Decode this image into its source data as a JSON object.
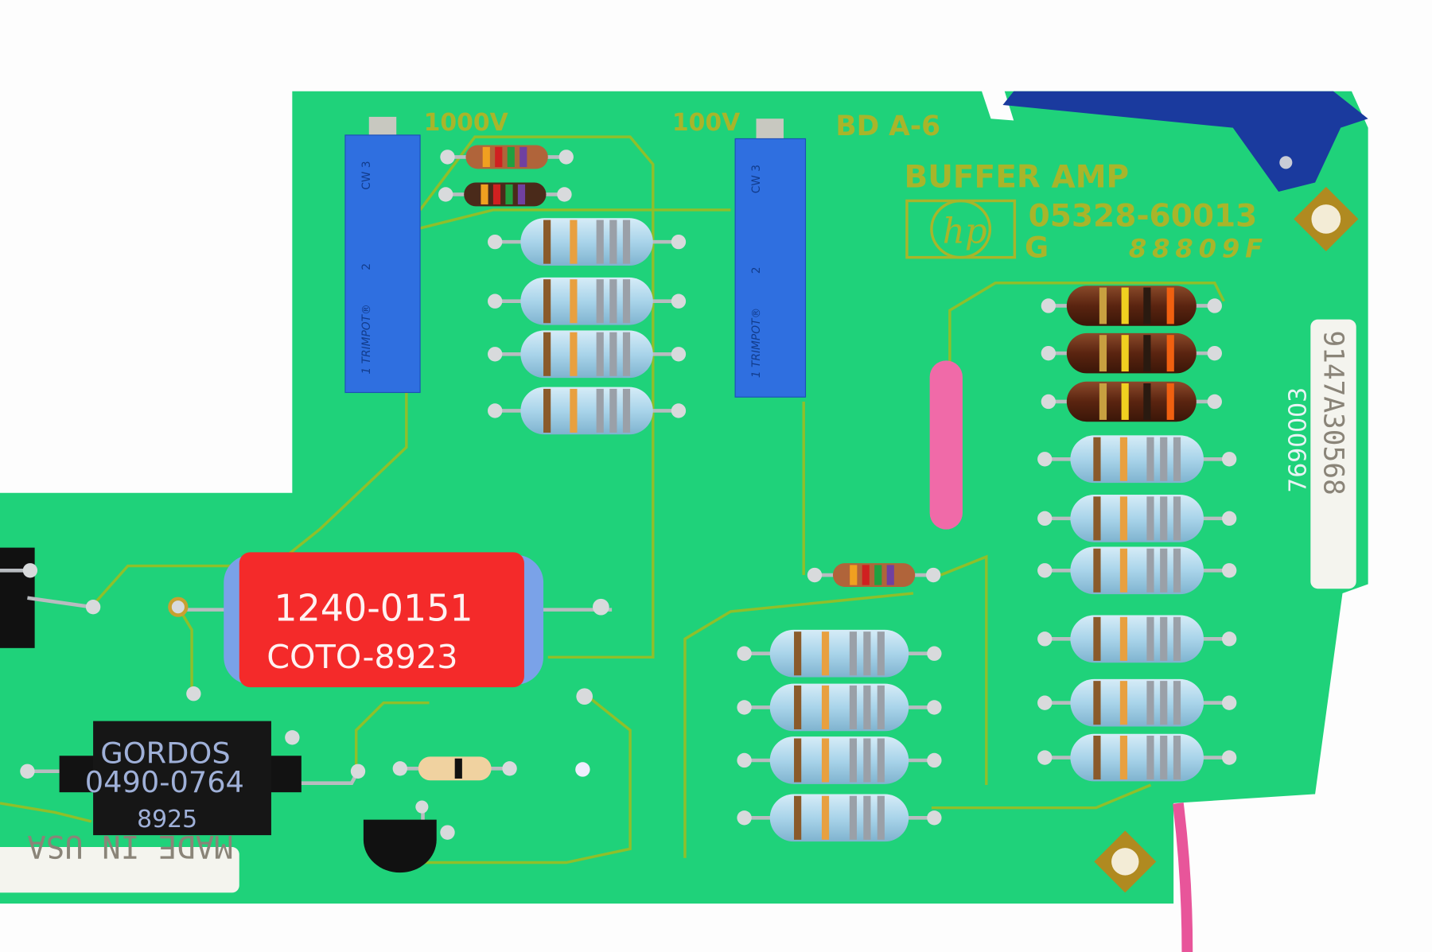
{
  "board": {
    "silk_voltage_1": "1000V",
    "silk_voltage_2": "100V",
    "board_id": "BD A-6",
    "board_name": "BUFFER AMP",
    "logo_text": "hp",
    "part_number": "05328-60013",
    "revision": "G",
    "date_code": "88809F",
    "serial_label": "9147A30568",
    "handwritten": "7690003",
    "made_in": "MADE IN USA"
  },
  "trimpots": [
    {
      "top": "CW 3",
      "mid": "2",
      "bottom": "1 TRIMPOT®"
    },
    {
      "top": "CW 3",
      "mid": "2",
      "bottom": "1 TRIMPOT®"
    }
  ],
  "inductor": {
    "line1": "1240-0151",
    "line2": "COTO-8923"
  },
  "relay": {
    "line1": "GORDOS",
    "line2": "0490-0764",
    "line3": "8925"
  },
  "colors": {
    "pcb": "#1fd27a",
    "trace": "#8fbf2a",
    "trimpot": "#2f6fe0",
    "inductor": "#f42a2a",
    "resistor": "#a9d4ea"
  }
}
